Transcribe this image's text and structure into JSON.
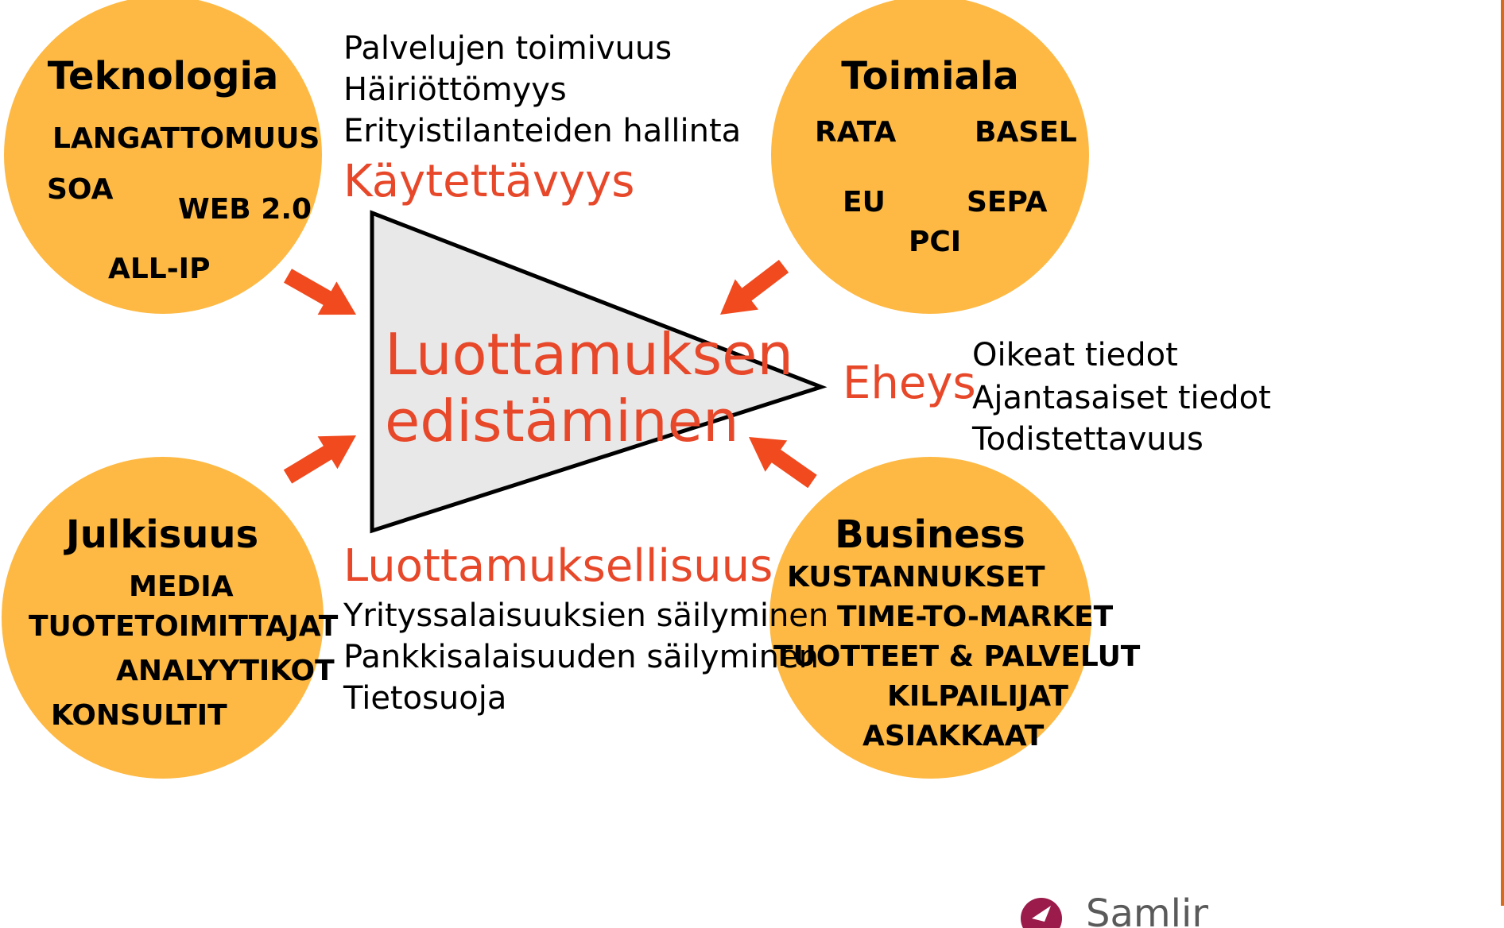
{
  "colors": {
    "circle_fill": "#FDB944",
    "accent_red": "#E8482A",
    "arrow_red": "#F04A1E",
    "triangle_fill": "#E8E8E8",
    "edge_bar": "#D86A1A",
    "logo_mark": "#9B1B4A"
  },
  "circles": {
    "teknologia": {
      "title": "Teknologia",
      "items": [
        "LANGATTOMUUS",
        "SOA",
        "WEB 2.0",
        "ALL-IP"
      ]
    },
    "toimiala": {
      "title": "Toimiala",
      "items": [
        "RATA",
        "BASEL",
        "EU",
        "SEPA",
        "PCI"
      ]
    },
    "julkisuus": {
      "title": "Julkisuus",
      "items": [
        "MEDIA",
        "TUOTETOIMITTAJAT",
        "ANALYYTIKOT",
        "KONSULTIT"
      ]
    },
    "business": {
      "title": "Business",
      "items": [
        "KUSTANNUKSET",
        "TIME-TO-MARKET",
        "TUOTTEET & PALVELUT",
        "KILPAILIJAT",
        "ASIAKKAAT"
      ]
    }
  },
  "kaytettavyys": {
    "title": "Käytettävyys",
    "items": [
      "Palvelujen toimivuus",
      "Häiriöttömyys",
      "Erityistilanteiden hallinta"
    ]
  },
  "eheys": {
    "title": "Eheys",
    "items": [
      "Oikeat tiedot",
      "Ajantasaiset tiedot",
      "Todistettavuus"
    ]
  },
  "luottamuksellisuus": {
    "title": "Luottamuksellisuus",
    "items": [
      "Yrityssalaisuuksien säilyminen",
      "Pankkisalaisuuden säilyminen",
      "Tietosuoja"
    ]
  },
  "center": {
    "line1": "Luottamuksen",
    "line2": "edistäminen"
  },
  "logo": {
    "text": "Samlink"
  }
}
